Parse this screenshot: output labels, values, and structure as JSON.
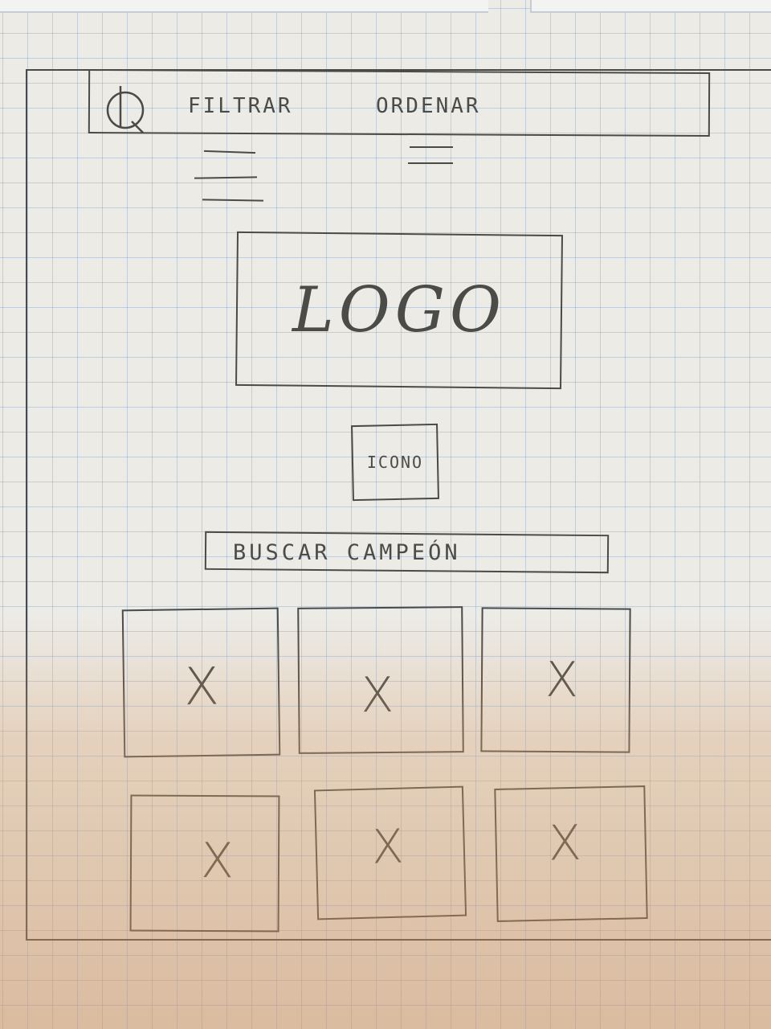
{
  "toolbar": {
    "search_icon": "magnifier-icon",
    "filter_label": "FILTRAR",
    "sort_label": "ORDENAR",
    "filter_icon": "hamburger-icon",
    "sort_icon": "hamburger-icon"
  },
  "logo": {
    "text": "LOGO"
  },
  "icon_button": {
    "text": "ICONO"
  },
  "search": {
    "text": "BUSCAR CAMPEÓN"
  },
  "cards": {
    "placeholder_mark": "X",
    "items": [
      {
        "mark": "X"
      },
      {
        "mark": "X"
      },
      {
        "mark": "X"
      },
      {
        "mark": "X"
      },
      {
        "mark": "X"
      },
      {
        "mark": "X"
      }
    ]
  },
  "colors": {
    "paper": "#ecebe6",
    "grid": "#7896b9",
    "pencil": "#4a4a48"
  }
}
